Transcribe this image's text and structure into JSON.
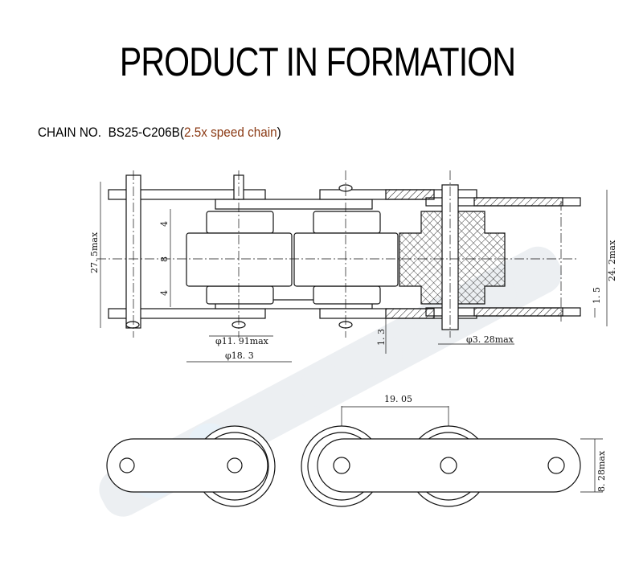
{
  "title": "PRODUCT IN FORMATION",
  "chain": {
    "label": "CHAIN NO.",
    "number": "BS25-C206B",
    "open_paren": "(",
    "speed": "2.5x speed chain",
    "close_paren": ")"
  },
  "dimensions": {
    "overall_width": "27. 5max",
    "inner_width": "24. 2max",
    "roller_seg_top": "4",
    "roller_seg_mid": "8",
    "roller_seg_bottom": "4",
    "bush_dia": "φ11. 91max",
    "roller_dia": "φ18. 3",
    "plate_thickness_inner": "1. 3",
    "plate_thickness_outer": "1. 5",
    "pin_dia": "φ3. 28max",
    "pitch": "19. 05",
    "plate_height": "8. 28max"
  },
  "colors": {
    "accent": "#8b3a14"
  }
}
